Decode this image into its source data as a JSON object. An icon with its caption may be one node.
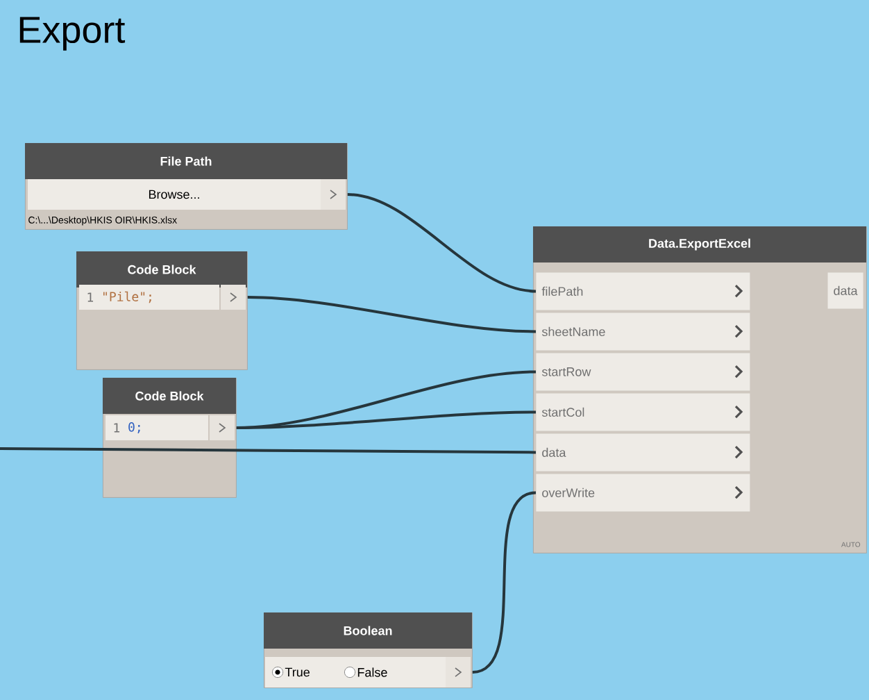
{
  "diagram": {
    "title": "Export",
    "nodes": [
      {
        "text": [
          "File Path",
          "Browse...",
          "C:\\...\\Desktop\\HKIS OIR\\HKIS.xlsx"
        ]
      },
      {
        "text": [
          "Code Block",
          "1",
          "\"Pile\";"
        ]
      },
      {
        "text": [
          "Code Block",
          "1",
          "0;"
        ]
      },
      {
        "text": [
          "Data.ExportExcel",
          "data",
          "AUTO"
        ]
      },
      {
        "text": [
          "filePath"
        ],
        "in": 3
      },
      {
        "text": [
          "sheetName"
        ],
        "in": 3
      },
      {
        "text": [
          "startRow"
        ],
        "in": 3
      },
      {
        "text": [
          "startCol"
        ],
        "in": 3
      },
      {
        "text": [
          "data"
        ],
        "in": 3
      },
      {
        "text": [
          "overWrite"
        ],
        "in": 3
      },
      {
        "text": [
          "Boolean",
          "True",
          "False"
        ]
      }
    ],
    "edges": [
      {
        "from": 0,
        "to": 4,
        "arrow": "none"
      },
      {
        "from": 1,
        "to": 5,
        "arrow": "none"
      },
      {
        "from": 2,
        "to": 6,
        "arrow": "none"
      },
      {
        "from": 2,
        "to": 7,
        "arrow": "none"
      },
      {
        "from": null,
        "to": 8,
        "arrow": "none"
      },
      {
        "from": 10,
        "to": 9,
        "arrow": "none"
      }
    ]
  }
}
